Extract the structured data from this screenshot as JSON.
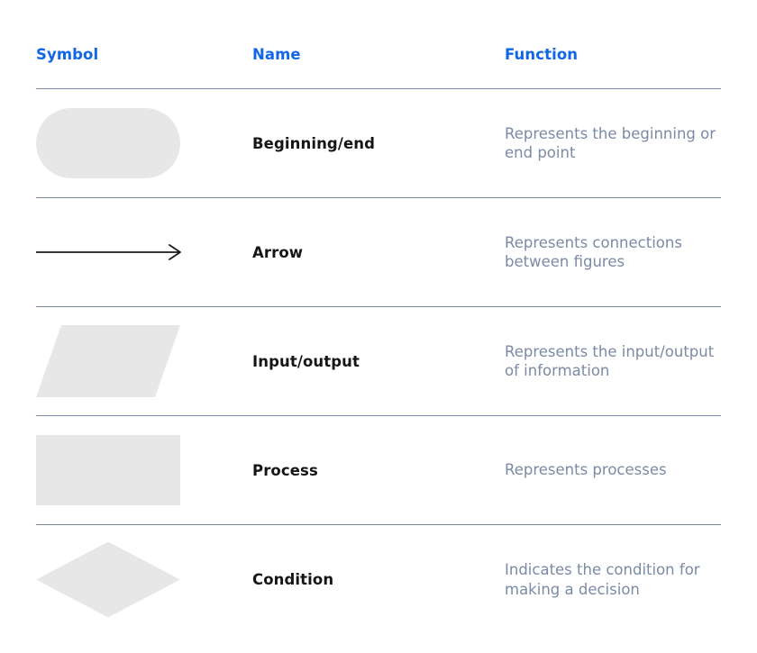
{
  "table": {
    "headers": {
      "symbol": "Symbol",
      "name": "Name",
      "function": "Function"
    },
    "rows": [
      {
        "symbol_shape": "rounded-pill",
        "name": "Beginning/end",
        "function": "Represents the beginning or end point"
      },
      {
        "symbol_shape": "arrow",
        "name": "Arrow",
        "function": "Represents connections between figures"
      },
      {
        "symbol_shape": "parallelogram",
        "name": "Input/output",
        "function": "Represents the input/output of information"
      },
      {
        "symbol_shape": "rectangle",
        "name": "Process",
        "function": "Represents processes"
      },
      {
        "symbol_shape": "diamond",
        "name": "Condition",
        "function": "Indicates the condition for making a decision"
      }
    ]
  },
  "colors": {
    "header_text": "#1266e8",
    "function_text": "#7b8aa5",
    "divider": "#7b8aa3",
    "shape_fill": "#e7e7e8",
    "name_text": "#161616",
    "arrow_stroke": "#1a1a1a"
  }
}
